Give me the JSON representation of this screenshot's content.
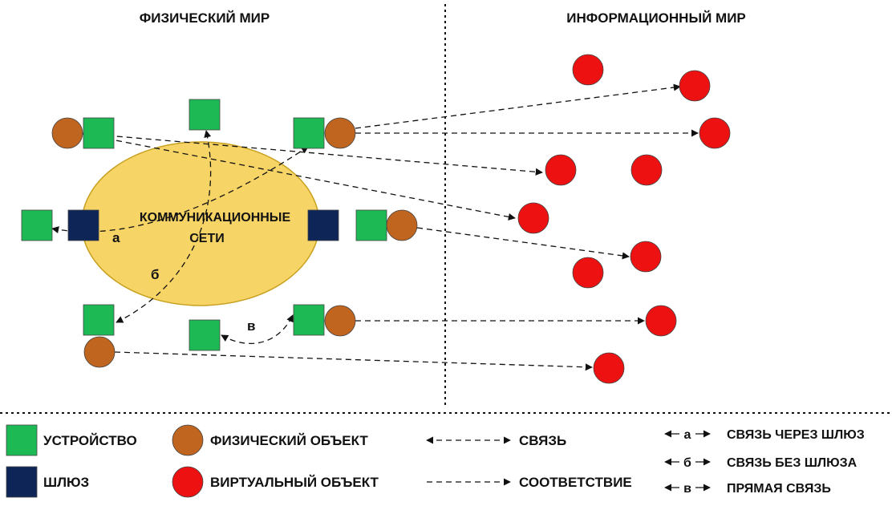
{
  "headers": {
    "physical_world": "ФИЗИЧЕСКИЙ МИР",
    "information_world": "ИНФОРМАЦИОННЫЙ МИР"
  },
  "network": {
    "label_line1": "КОММУНИКАЦИОННЫЕ",
    "label_line2": "СЕТИ"
  },
  "link_labels": {
    "a": "а",
    "b": "б",
    "v": "в"
  },
  "legend": {
    "device": "УСТРОЙСТВО",
    "gateway": "ШЛЮЗ",
    "physical_object": "ФИЗИЧЕСКИЙ ОБЪЕКТ",
    "virtual_object": "ВИРТУАЛЬНЫЙ ОБЪЕКТ",
    "link": "СВЯЗЬ",
    "correspondence": "СООТВЕТСТВИЕ",
    "via_gateway_key": "а",
    "via_gateway": "СВЯЗЬ ЧЕРЕЗ ШЛЮЗ",
    "without_gateway_key": "б",
    "without_gateway": "СВЯЗЬ БЕЗ ШЛЮЗА",
    "direct_key": "в",
    "direct": "ПРЯМАЯ СВЯЗЬ"
  },
  "colors": {
    "device": "#1db954",
    "gateway": "#0d2557",
    "physical_object": "#c0651f",
    "virtual_object": "#ee1111",
    "network_fill": "#f7d466",
    "network_stroke": "#c8a020"
  }
}
